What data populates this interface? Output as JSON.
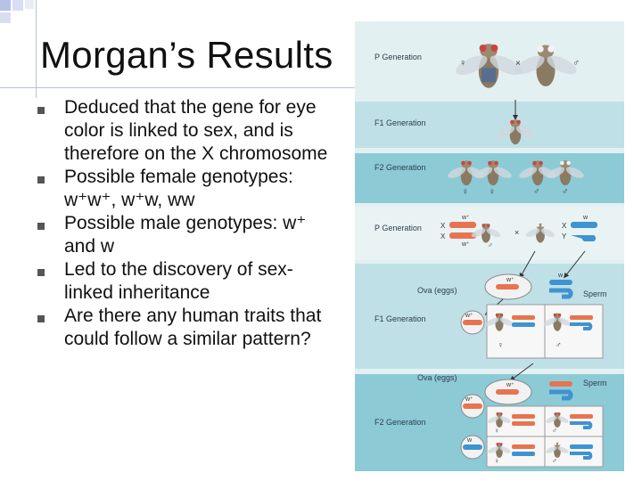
{
  "title": "Morgan’s Results",
  "bullets": [
    "Deduced that the gene for eye color is linked to sex, and is therefore on the X chromosome",
    "Possible female genotypes: w⁺w⁺, w⁺w, ww",
    "Possible male genotypes: w⁺ and w",
    "Led to the discovery of sex-linked inheritance",
    "Are there any human traits that could follow a similar pattern?"
  ],
  "figure": {
    "labels": {
      "p_gen_1": "P Generation",
      "f1_gen_1": "F1 Generation",
      "f2_gen_1": "F2 Generation",
      "p_gen_2": "P Generation",
      "ova_1": "Ova (eggs)",
      "sperm_1": "Sperm",
      "f1_gen_2": "F1 Generation",
      "ova_2": "Ova (eggs)",
      "sperm_2": "Sperm",
      "f2_gen_2": "F2 Generation"
    },
    "symbols": {
      "female": "♀",
      "male": "♂",
      "cross": "×",
      "x": "X",
      "y": "Y",
      "w_plus": "w⁺",
      "w": "w"
    },
    "colors": {
      "panel_light": "#e3f0f1",
      "panel_mid": "#bfe0e6",
      "panel_dark": "#8ccad6",
      "chromosome_x": "#e8744f",
      "chromosome_y": "#3f93d2",
      "eye_red": "#c9463d",
      "eye_white": "#f2f2f2"
    }
  }
}
